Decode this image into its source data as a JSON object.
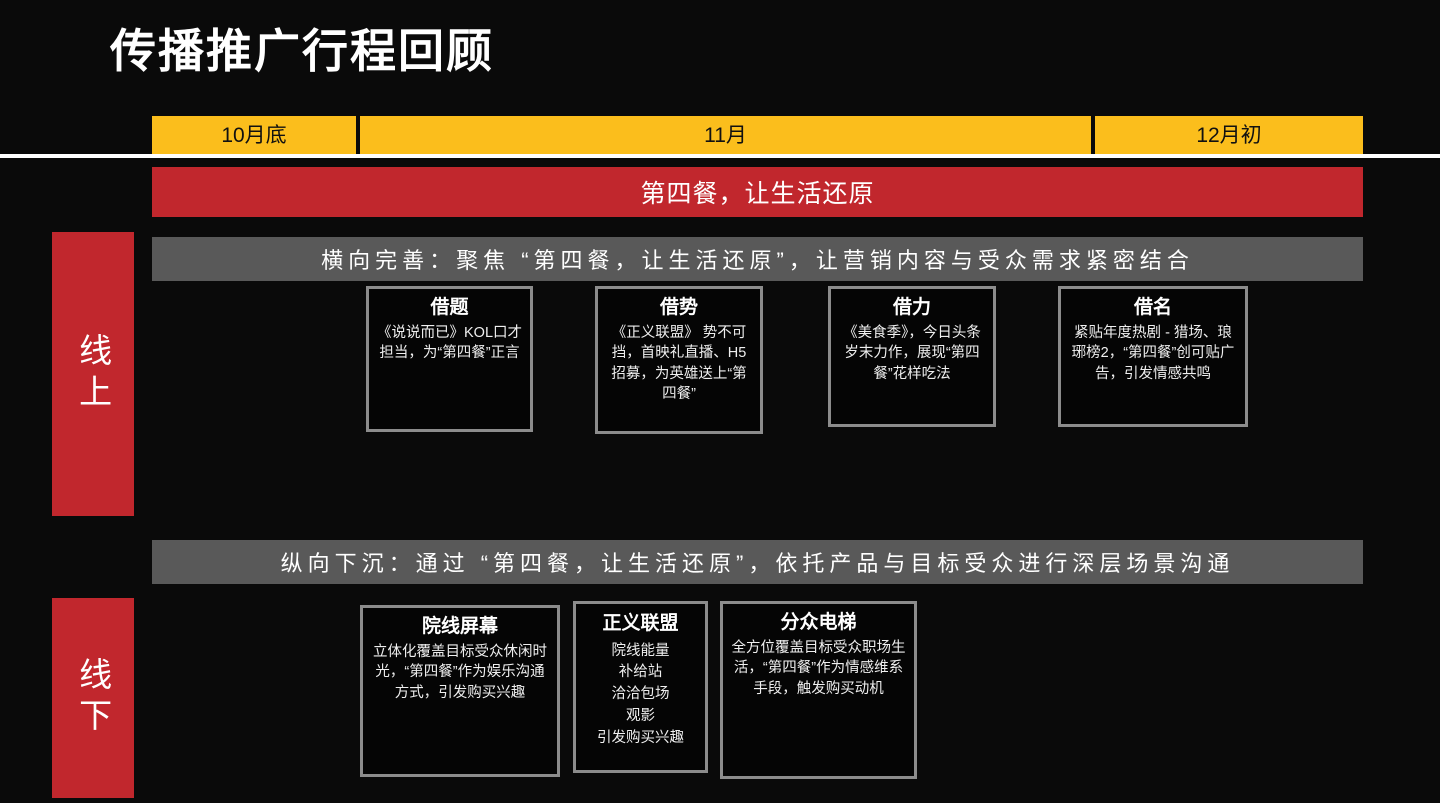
{
  "title": "传播推广行程回顾",
  "timeline": {
    "segments": [
      {
        "label": "10月底"
      },
      {
        "label": "11月"
      },
      {
        "label": "12月初"
      }
    ]
  },
  "banner": {
    "text": "第四餐，让生活还原",
    "color": "#c1272d"
  },
  "colors": {
    "background": "#0a0a0a",
    "accent_red": "#c1272d",
    "accent_yellow": "#fbbe1c",
    "bar_gray": "#595959",
    "card_border": "#8c8c8c"
  },
  "sections": {
    "online": {
      "tab_label": "线上",
      "bar_text": "横向完善：聚焦 “第四餐，让生活还原”，让营销内容与受众需求紧密结合",
      "cards": [
        {
          "title": "借题",
          "body": "《说说而已》KOL口才担当，为“第四餐”正言"
        },
        {
          "title": "借势",
          "body": "《正义联盟》 势不可挡，首映礼直播、H5招募，为英雄送上“第四餐”"
        },
        {
          "title": "借力",
          "body": "《美食季》，今日头条岁末力作，展现“第四餐”花样吃法"
        },
        {
          "title": "借名",
          "body": "紧贴年度热剧 - 猎场、琅琊榜2，“第四餐”创可贴广告，引发情感共鸣"
        }
      ]
    },
    "offline": {
      "tab_label": "线下",
      "bar_text": "纵向下沉：通过 “第四餐，让生活还原”，依托产品与目标受众进行深层场景沟通",
      "cards": [
        {
          "title": "院线屏幕",
          "body": "立体化覆盖目标受众休闲时光，“第四餐”作为娱乐沟通方式，引发购买兴趣"
        },
        {
          "title": "正义联盟",
          "body": "院线能量\n补给站\n洽洽包场\n观影\n引发购买兴趣"
        },
        {
          "title": "分众电梯",
          "body": "全方位覆盖目标受众职场生活，“第四餐”作为情感维系手段，触发购买动机"
        }
      ]
    }
  }
}
